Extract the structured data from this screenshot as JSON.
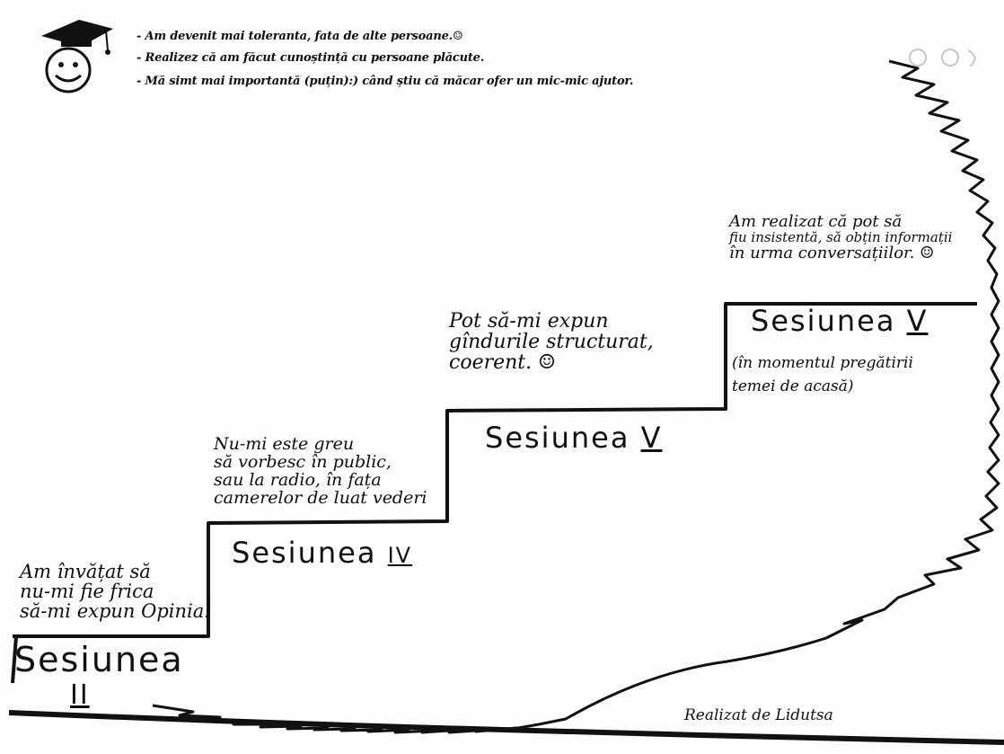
{
  "top_notes": [
    "- Am devenit mai toleranta, fata de alte persoane.☺",
    "- Realizez  că am făcut cunoștință cu persoane plăcute.",
    "- Mă simt  mai importantă (puțin):) când știu că măcar ofer un mic-mic ajutor."
  ],
  "steps": [
    {
      "session": "Sesiunea",
      "roman": "II",
      "note": [
        "Am învățat să",
        "nu-mi fie frica",
        "să-mi expun Opinia!"
      ]
    },
    {
      "session": "Sesiunea",
      "roman": "IV",
      "note": [
        "Nu-mi este greu",
        "să vorbesc în public,",
        "sau la radio, în fața",
        "camerelor de luat vederi"
      ]
    },
    {
      "session": "Sesiunea",
      "roman": "V",
      "note": [
        "Pot să-mi expun",
        "gîndurile structurat,",
        "coerent. ☺"
      ]
    },
    {
      "session": "Sesiunea",
      "roman": "V",
      "note": [
        "Am realizat că pot să",
        "fiu insistentă, să obțin informații",
        "în urma conversațiilor. ☺"
      ],
      "subnote": [
        "(în momentul pregătirii",
        "temei de acasă)"
      ]
    }
  ],
  "signature": "Realizat de Lidutsa",
  "icons": {
    "mascot": "graduation-smiley-icon",
    "decoration": "smiley-doodle-icon"
  }
}
